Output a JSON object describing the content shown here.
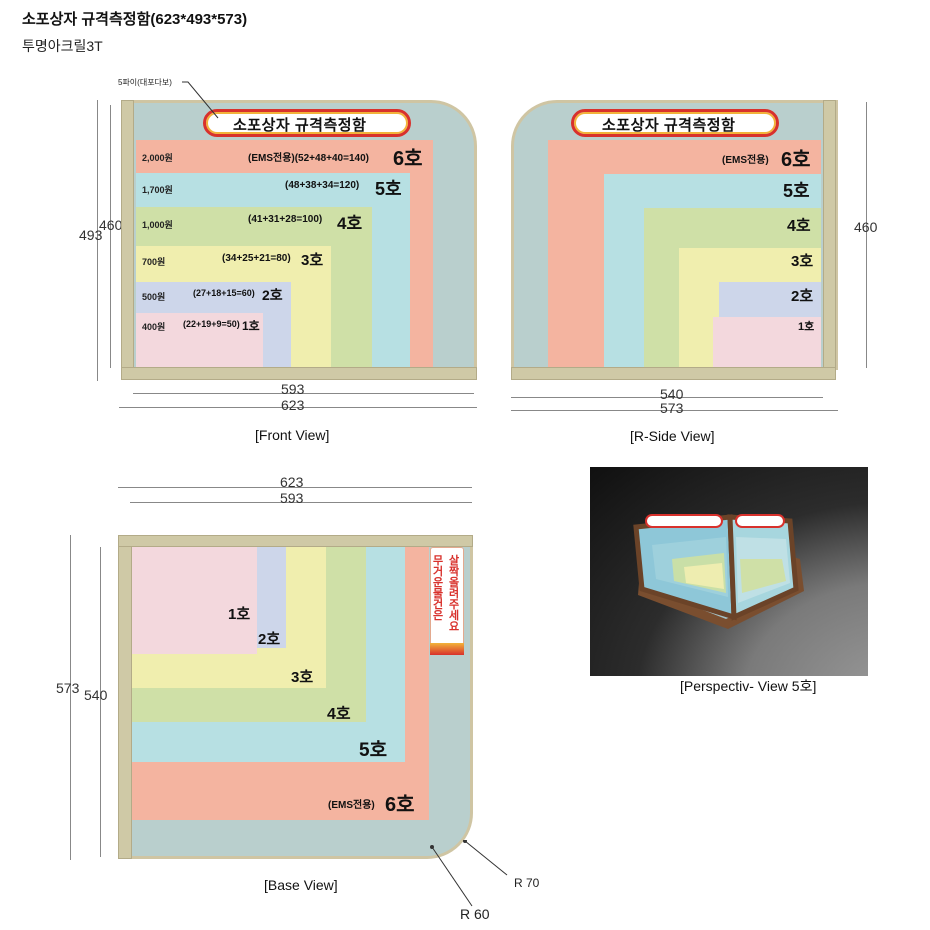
{
  "header": {
    "title": "소포상자 규격측정함(623*493*573)",
    "material": "투명아크릴3T"
  },
  "banner_text": "소포상자 규격측정함",
  "front": {
    "caption": "[Front View]",
    "pipe_note": "5파이(대포다보)",
    "dim_height_outer": "493",
    "dim_height_inner": "460",
    "dim_width_inner": "593",
    "dim_width_outer": "623",
    "rows": [
      {
        "price": "2,000원",
        "dims": "(EMS전용)(52+48+40=140)",
        "size": "6호"
      },
      {
        "price": "1,700원",
        "dims": "(48+38+34=120)",
        "size": "5호"
      },
      {
        "price": "1,000원",
        "dims": "(41+31+28=100)",
        "size": "4호"
      },
      {
        "price": "700원",
        "dims": "(34+25+21=80)",
        "size": "3호"
      },
      {
        "price": "500원",
        "dims": "(27+18+15=60)",
        "size": "2호"
      },
      {
        "price": "400원",
        "dims": "(22+19+9=50)",
        "size": "1호"
      }
    ]
  },
  "side": {
    "caption": "[R-Side View]",
    "dim_height": "460",
    "dim_width_inner": "540",
    "dim_width_outer": "573",
    "rows": [
      {
        "prefix": "(EMS전용)",
        "size": "6호"
      },
      {
        "prefix": "",
        "size": "5호"
      },
      {
        "prefix": "",
        "size": "4호"
      },
      {
        "prefix": "",
        "size": "3호"
      },
      {
        "prefix": "",
        "size": "2호"
      },
      {
        "prefix": "",
        "size": "1호"
      }
    ]
  },
  "base": {
    "caption": "[Base View]",
    "dim_width_outer": "623",
    "dim_width_inner": "593",
    "dim_depth_outer": "573",
    "dim_depth_inner": "540",
    "notice_col1": "무거운물건은",
    "notice_col2": "살짝올려주세요",
    "radius_inner": "R 60",
    "radius_outer": "R 70",
    "sizes": [
      "1호",
      "2호",
      "3호",
      "4호",
      "5호",
      "6호"
    ],
    "ems_prefix": "(EMS전용)"
  },
  "perspective": {
    "caption": "[Perspectiv- View 5호]"
  },
  "colors": {
    "size6": "#f4b4a0",
    "size5": "#b7e0e3",
    "size4": "#cfe0a7",
    "size3": "#f0eeae",
    "size2": "#cdd6ea",
    "size1": "#f3d8dd",
    "acrylic": "#b9cfcd",
    "frame": "#cfc9a6",
    "banner_red": "#d8312c"
  }
}
